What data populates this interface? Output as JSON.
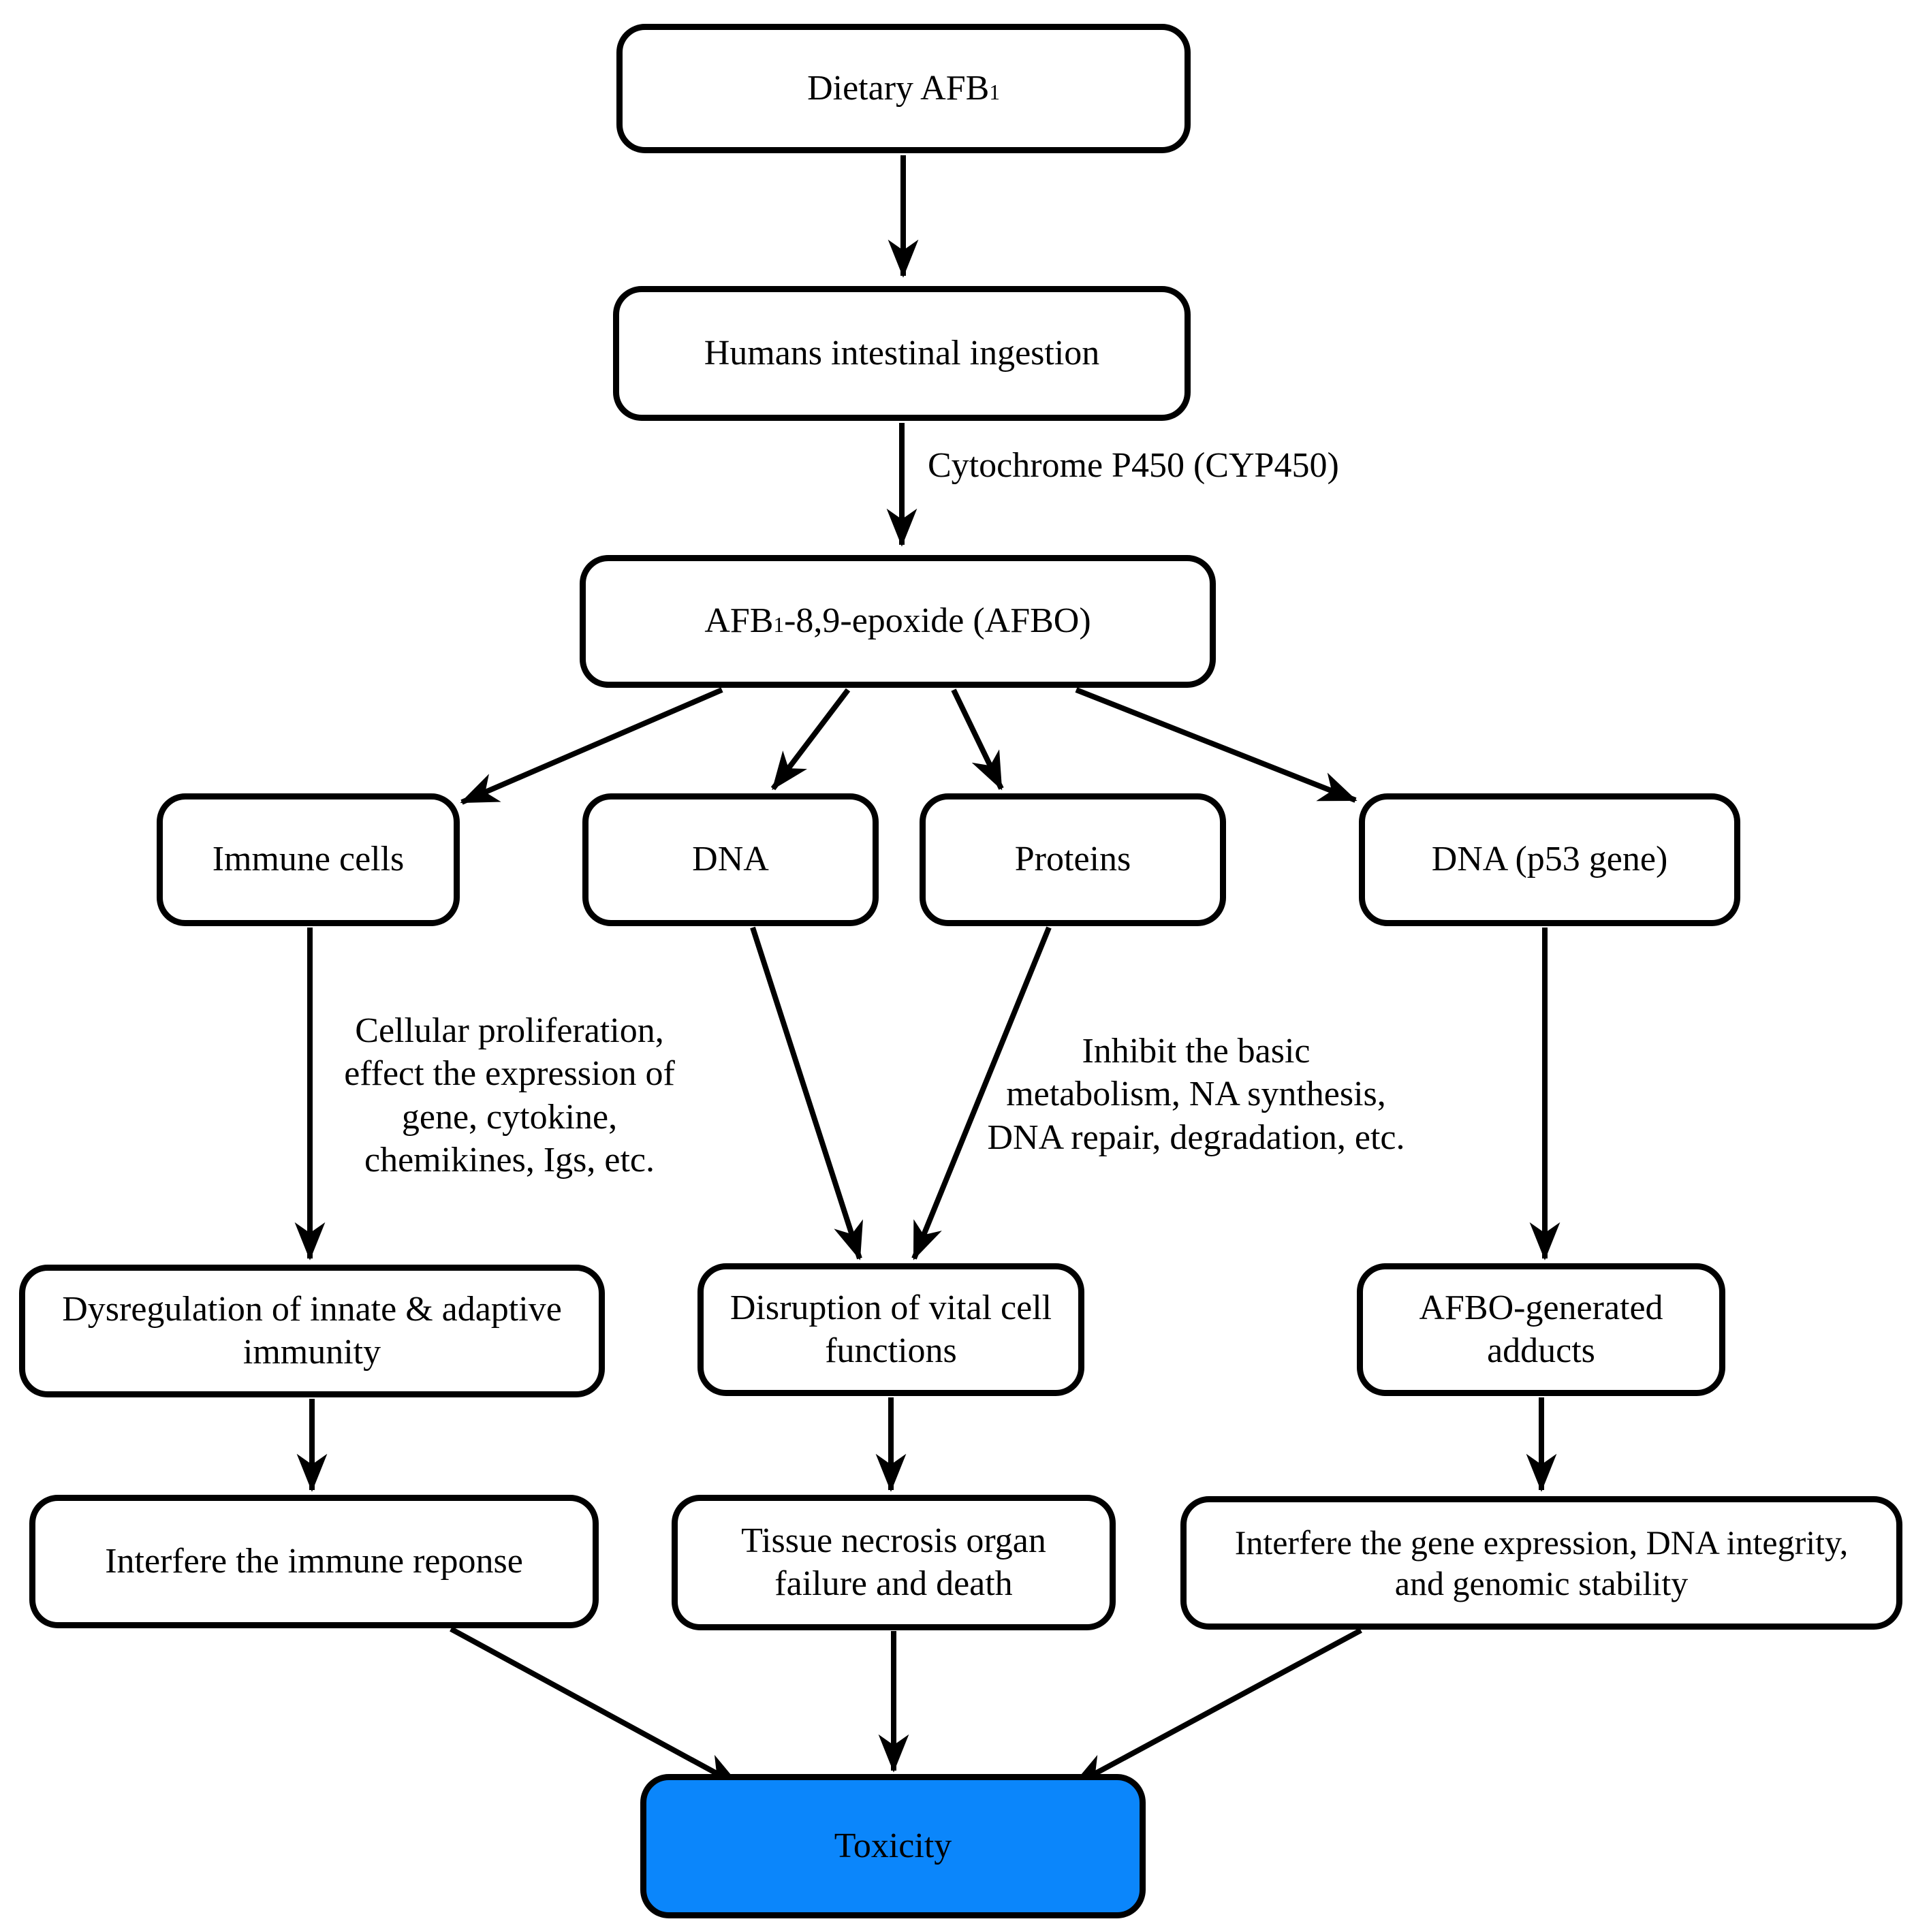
{
  "diagram": {
    "background_color": "#ffffff",
    "line_color": "#000000",
    "accent_color": "#0b86fb",
    "nodes": {
      "dietary": {
        "pre": "Dietary AFB",
        "sub": "1"
      },
      "humans": {
        "label": "Humans intestinal ingestion"
      },
      "afbo": {
        "pre": "AFB",
        "sub": "1",
        "post": "-8,9-epoxide (AFBO)"
      },
      "immune_cells": {
        "label": "Immune cells"
      },
      "dna": {
        "label": "DNA"
      },
      "proteins": {
        "label": "Proteins"
      },
      "dna_p53": {
        "label": "DNA (p53 gene)"
      },
      "dysregulation": {
        "label": "Dysregulation of innate & adaptive\nimmunity"
      },
      "disruption": {
        "label": "Disruption of vital cell\nfunctions"
      },
      "afbo_adducts": {
        "label": "AFBO-generated\nadducts"
      },
      "interfere_immune": {
        "label": "Interfere the immune reponse"
      },
      "tissue_necrosis": {
        "label": "Tissue necrosis organ\nfailure and death"
      },
      "interfere_gene": {
        "label": "Interfere the gene expression, DNA integrity,\nand genomic stability"
      },
      "toxicity": {
        "label": "Toxicity"
      }
    },
    "edge_labels": {
      "cyp450": "Cytochrome P450 (CYP450)",
      "immune_annotation": "Cellular proliferation,\neffect the expression of\ngene, cytokine,\nchemikines, Igs, etc.",
      "protein_annotation": "Inhibit the basic\nmetabolism, NA synthesis,\nDNA repair, degradation, etc."
    }
  }
}
